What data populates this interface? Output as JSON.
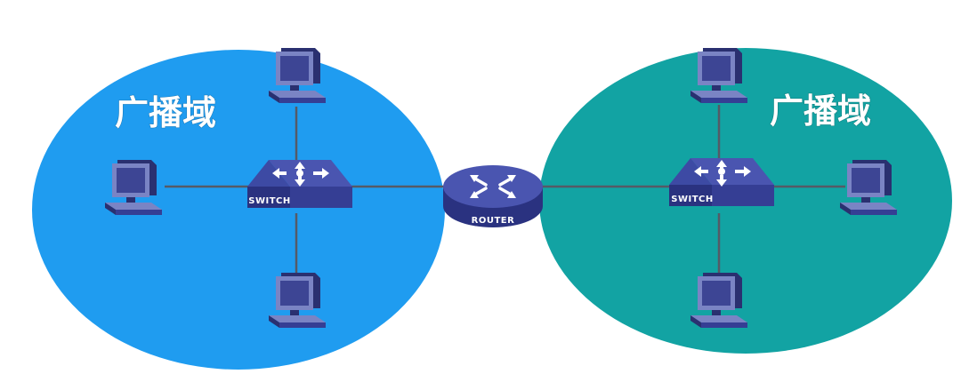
{
  "domains": {
    "left": {
      "label": "广播域",
      "color": "#1f9cf0"
    },
    "right": {
      "label": "广播域",
      "color": "#12a3a3"
    }
  },
  "switch_label": "SWITCH",
  "router_label": "ROUTER",
  "colors": {
    "device_top": "#4a55b0",
    "device_side": "#2a3280",
    "device_front": "#353e94",
    "link": "#555a66",
    "pc_body": "#7a84c4",
    "pc_screen": "#3d4594",
    "pc_frame": "#2a3070"
  }
}
